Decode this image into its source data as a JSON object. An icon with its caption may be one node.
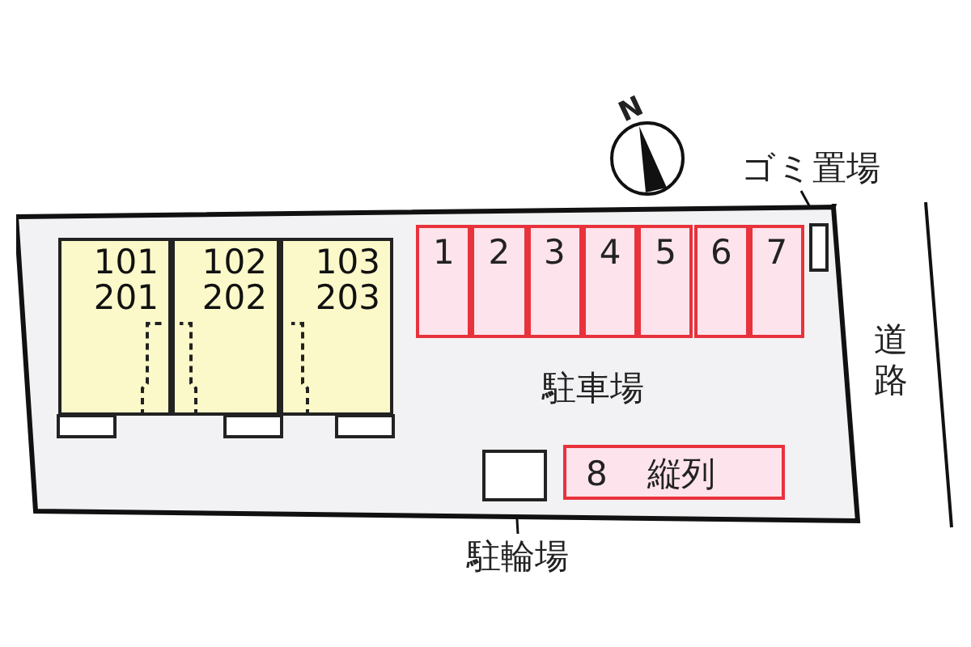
{
  "diagram": {
    "nodes": [
      {
        "text": [
          "駐車場"
        ]
      },
      {
        "text": [
          "101 201"
        ],
        "in": 0
      },
      {
        "text": [
          "102 202"
        ],
        "in": 0
      },
      {
        "text": [
          "103 203"
        ],
        "in": 0
      },
      {
        "text": [
          "1"
        ],
        "in": 0
      },
      {
        "text": [
          "2"
        ],
        "in": 0
      },
      {
        "text": [
          "3"
        ],
        "in": 0
      },
      {
        "text": [
          "4"
        ],
        "in": 0
      },
      {
        "text": [
          "5"
        ],
        "in": 0
      },
      {
        "text": [
          "6"
        ],
        "in": 0
      },
      {
        "text": [
          "7"
        ],
        "in": 0
      },
      {
        "text": [],
        "shape": "box",
        "in": 0
      },
      {
        "text": [
          "8 縦列"
        ],
        "in": 0
      },
      {
        "text": [],
        "shape": "box",
        "in": 0
      },
      {
        "text": [
          "駐輪場"
        ]
      },
      {
        "text": [
          "ゴミ置場"
        ]
      }
    ],
    "edges": [
      {
        "from": 14,
        "to": 11,
        "arrow": "none"
      },
      {
        "from": 15,
        "to": 13,
        "arrow": "none"
      }
    ],
    "labels": [
      "N",
      "道路"
    ]
  }
}
